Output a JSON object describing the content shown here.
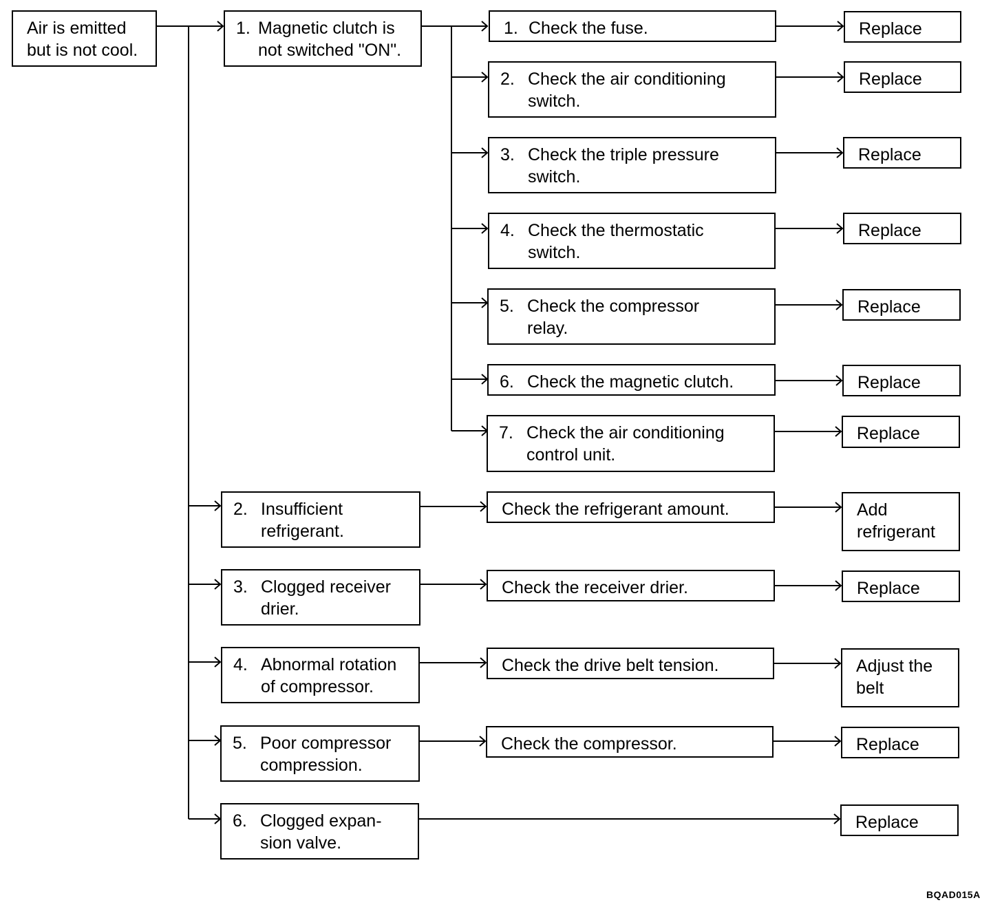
{
  "root": "Air is emitted\nbut is not cool.",
  "causes": [
    {
      "num": "1.",
      "text": "Magnetic clutch is\nnot switched  \"ON\"."
    },
    {
      "num": "2.",
      "text": "Insufficient\nrefrigerant."
    },
    {
      "num": "3.",
      "text": "Clogged receiver\ndrier."
    },
    {
      "num": "4.",
      "text": "Abnormal rotation\nof compressor."
    },
    {
      "num": "5.",
      "text": "Poor compressor\ncompression."
    },
    {
      "num": "6.",
      "text": "Clogged expan-\nsion valve."
    }
  ],
  "clutch_checks": [
    {
      "num": "1.",
      "text": "Check the fuse.",
      "action": "Replace"
    },
    {
      "num": "2.",
      "text": "Check the air conditioning\nswitch.",
      "action": "Replace"
    },
    {
      "num": "3.",
      "text": "Check the triple pressure\nswitch.",
      "action": "Replace"
    },
    {
      "num": "4.",
      "text": "Check the thermostatic\nswitch.",
      "action": "Replace"
    },
    {
      "num": "5.",
      "text": "Check the compressor\nrelay.",
      "action": "Replace"
    },
    {
      "num": "6.",
      "text": "Check the magnetic clutch.",
      "action": "Replace"
    },
    {
      "num": "7.",
      "text": "Check the air conditioning\ncontrol unit.",
      "action": "Replace"
    }
  ],
  "other_checks": [
    {
      "text": "Check the refrigerant amount.",
      "action": "Add\nrefrigerant"
    },
    {
      "text": "Check the receiver drier.",
      "action": "Replace"
    },
    {
      "text": "Check the drive belt tension.",
      "action": "Adjust the\nbelt"
    },
    {
      "text": "Check the compressor.",
      "action": "Replace"
    },
    {
      "text": "",
      "action": "Replace"
    }
  ],
  "figure_code": "BQAD015A"
}
